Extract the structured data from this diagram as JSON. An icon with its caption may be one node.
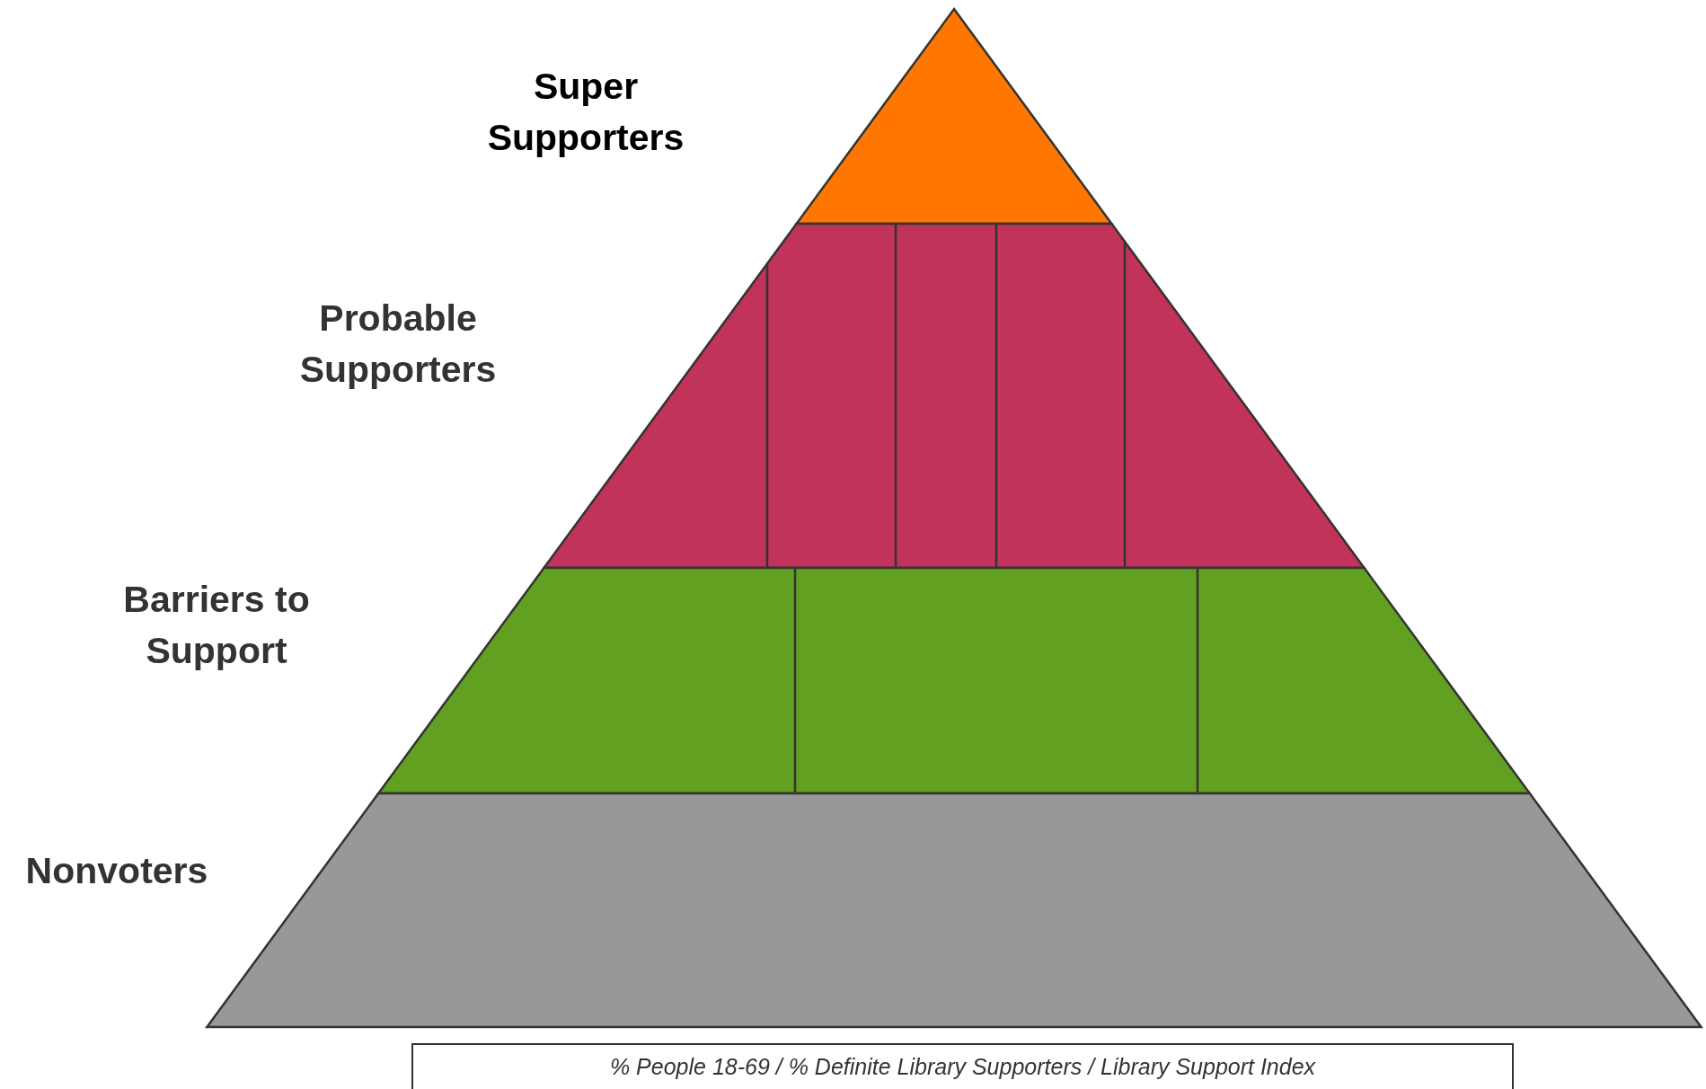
{
  "diagram": {
    "nodes": [
      {
        "text": [
          "% People 18-69 / % Definite Library Supporters / Library Support Index"
        ]
      }
    ],
    "labels": [
      "Super Supporters",
      "Probable Supporters",
      "Barriers to Support",
      "Nonvoters"
    ]
  }
}
